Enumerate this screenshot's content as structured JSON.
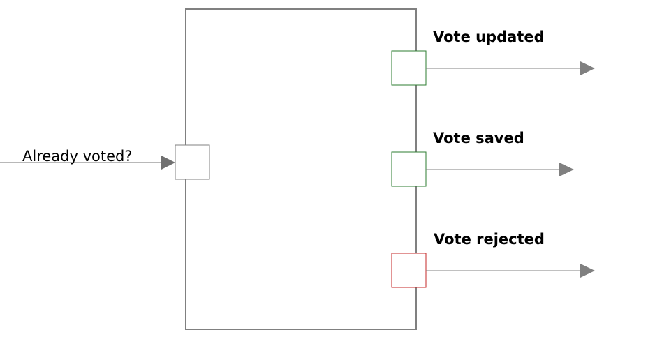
{
  "diagram": {
    "input": {
      "label": "Already voted?",
      "port_color": "#808080",
      "arrow_color": "#707070"
    },
    "process": {
      "border_color": "#808080"
    },
    "outputs": [
      {
        "label": "Vote updated",
        "port_color": "#2e7d32",
        "status": "success"
      },
      {
        "label": "Vote saved",
        "port_color": "#2e7d32",
        "status": "success"
      },
      {
        "label": "Vote rejected",
        "port_color": "#c62828",
        "status": "error"
      }
    ],
    "arrow_color": "#808080"
  }
}
